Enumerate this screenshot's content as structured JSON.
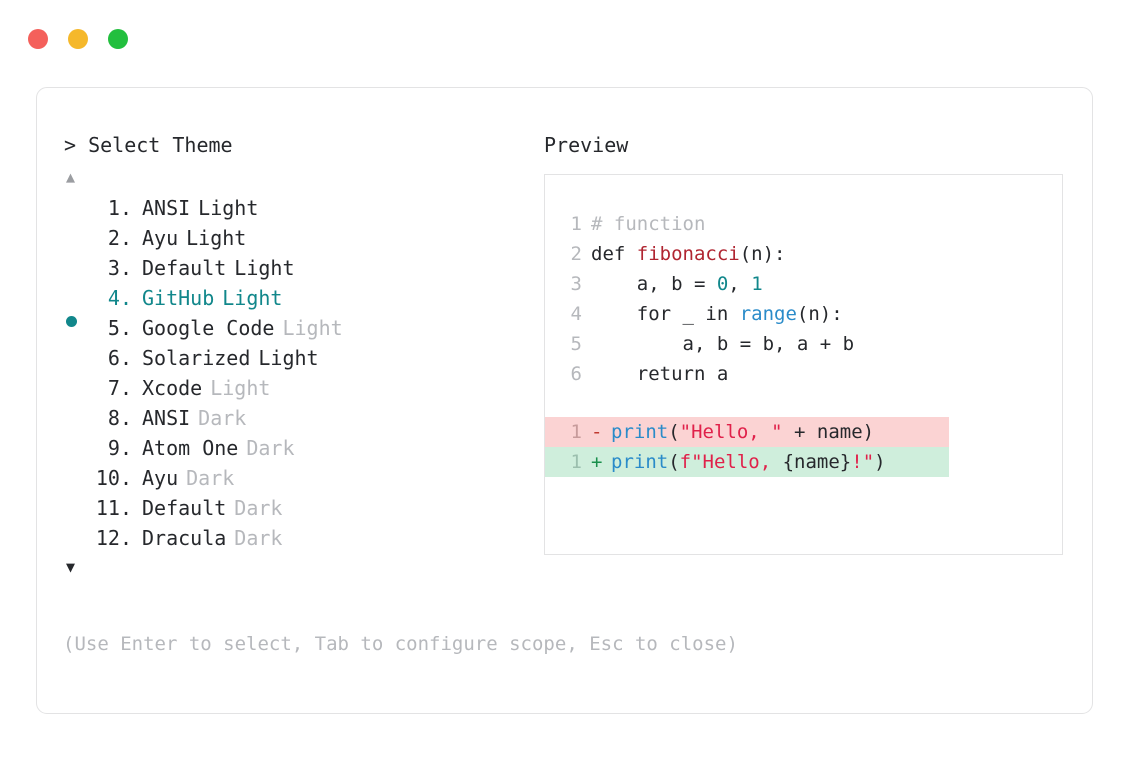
{
  "window": {
    "traffic_lights": [
      {
        "name": "close",
        "color": "#f4605b"
      },
      {
        "name": "minimize",
        "color": "#f5b82b"
      },
      {
        "name": "zoom",
        "color": "#22bf3e"
      }
    ]
  },
  "selector": {
    "prompt": "> Select Theme",
    "scroll_up_icon": "▲",
    "scroll_down_icon": "▼",
    "selected_index": 4,
    "accent_color": "#11878b",
    "items": [
      {
        "index": "1.",
        "name": "ANSI",
        "suffix": "Light",
        "suffix_dim": false,
        "selected": false,
        "bullet": false
      },
      {
        "index": "2.",
        "name": "Ayu",
        "suffix": "Light",
        "suffix_dim": false,
        "selected": false,
        "bullet": false
      },
      {
        "index": "3.",
        "name": "Default",
        "suffix": "Light",
        "suffix_dim": false,
        "selected": false,
        "bullet": false
      },
      {
        "index": "4.",
        "name": "GitHub",
        "suffix": "Light",
        "suffix_dim": false,
        "selected": true,
        "bullet": true
      },
      {
        "index": "5.",
        "name": "Google Code",
        "suffix": "Light",
        "suffix_dim": true,
        "selected": false,
        "bullet": false
      },
      {
        "index": "6.",
        "name": "Solarized",
        "suffix": "Light",
        "suffix_dim": false,
        "selected": false,
        "bullet": false
      },
      {
        "index": "7.",
        "name": "Xcode",
        "suffix": "Light",
        "suffix_dim": true,
        "selected": false,
        "bullet": false
      },
      {
        "index": "8.",
        "name": "ANSI",
        "suffix": "Dark",
        "suffix_dim": true,
        "selected": false,
        "bullet": false
      },
      {
        "index": "9.",
        "name": "Atom One",
        "suffix": "Dark",
        "suffix_dim": true,
        "selected": false,
        "bullet": false
      },
      {
        "index": "10.",
        "name": "Ayu",
        "suffix": "Dark",
        "suffix_dim": true,
        "selected": false,
        "bullet": false
      },
      {
        "index": "11.",
        "name": "Default",
        "suffix": "Dark",
        "suffix_dim": true,
        "selected": false,
        "bullet": false
      },
      {
        "index": "12.",
        "name": "Dracula",
        "suffix": "Dark",
        "suffix_dim": true,
        "selected": false,
        "bullet": false
      }
    ],
    "hint": "(Use Enter to select, Tab to configure scope, Esc to close)"
  },
  "preview": {
    "label": "Preview",
    "code_lines": [
      {
        "ln": "1",
        "tokens": [
          {
            "t": "# function",
            "c": "comment"
          }
        ]
      },
      {
        "ln": "2",
        "tokens": [
          {
            "t": "def ",
            "c": "plain"
          },
          {
            "t": "fibonacci",
            "c": "fn"
          },
          {
            "t": "(n):",
            "c": "plain"
          }
        ]
      },
      {
        "ln": "3",
        "tokens": [
          {
            "t": "    a, b = ",
            "c": "plain"
          },
          {
            "t": "0",
            "c": "num"
          },
          {
            "t": ", ",
            "c": "plain"
          },
          {
            "t": "1",
            "c": "num"
          }
        ]
      },
      {
        "ln": "4",
        "tokens": [
          {
            "t": "    for _ in ",
            "c": "plain"
          },
          {
            "t": "range",
            "c": "builtin"
          },
          {
            "t": "(n):",
            "c": "plain"
          }
        ]
      },
      {
        "ln": "5",
        "tokens": [
          {
            "t": "        a, b = b, a + b",
            "c": "plain"
          }
        ]
      },
      {
        "ln": "6",
        "tokens": [
          {
            "t": "    return a",
            "c": "plain"
          }
        ]
      }
    ],
    "diff_lines": [
      {
        "ln": "1",
        "sign": "-",
        "kind": "del",
        "tokens": [
          {
            "t": "print",
            "c": "builtin"
          },
          {
            "t": "(",
            "c": "plain"
          },
          {
            "t": "\"Hello, \"",
            "c": "str"
          },
          {
            "t": " + name)",
            "c": "plain"
          }
        ]
      },
      {
        "ln": "1",
        "sign": "+",
        "kind": "add",
        "tokens": [
          {
            "t": "print",
            "c": "builtin"
          },
          {
            "t": "(",
            "c": "plain"
          },
          {
            "t": "f\"Hello, ",
            "c": "str"
          },
          {
            "t": "{name}",
            "c": "plain"
          },
          {
            "t": "!\"",
            "c": "str"
          },
          {
            "t": ")",
            "c": "plain"
          }
        ]
      }
    ]
  }
}
